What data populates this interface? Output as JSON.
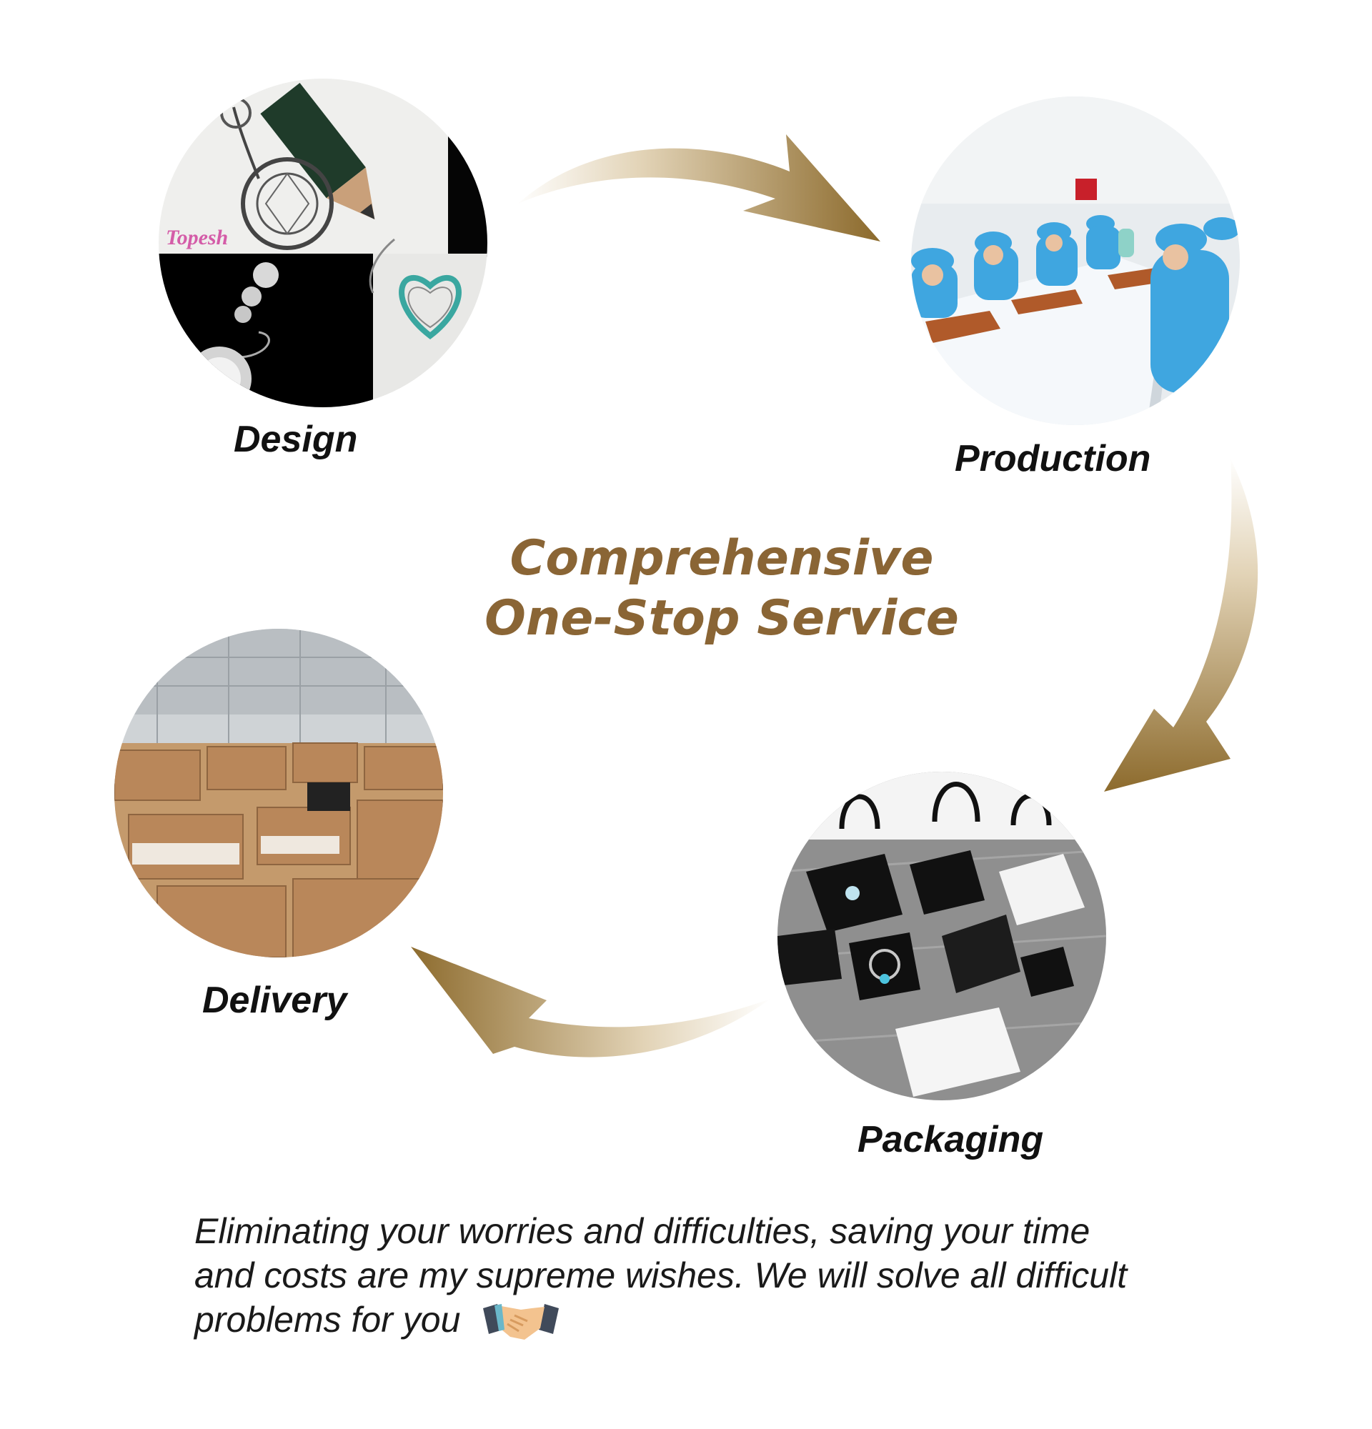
{
  "steps": {
    "design": {
      "label": "Design",
      "logo": "Topesh"
    },
    "production": {
      "label": "Production"
    },
    "packaging": {
      "label": "Packaging"
    },
    "delivery": {
      "label": "Delivery"
    }
  },
  "center_title": {
    "line1": "Comprehensive",
    "line2": "One-Stop Service"
  },
  "footer": {
    "line1": "Eliminating your worries and difficulties, saving your time",
    "line2": "and costs are my supreme wishes. We will solve all difficult",
    "line3": "problems for you",
    "icon": "handshake-icon"
  },
  "colors": {
    "accent": "#8a6535",
    "arrow_dark": "#8c6a2c",
    "arrow_light": "#f2ead8"
  }
}
